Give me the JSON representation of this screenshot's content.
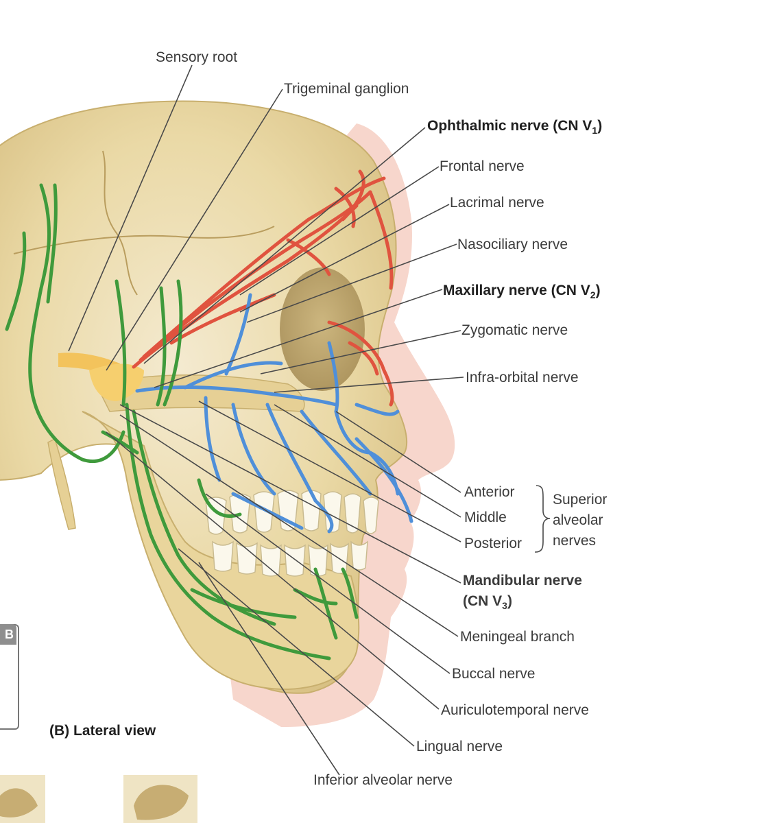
{
  "labels": {
    "sensory_root": "Sensory root",
    "trigeminal_ganglion": "Trigeminal ganglion",
    "ophthalmic_nerve": "Ophthalmic nerve (CN V",
    "ophthalmic_sub": "1",
    "frontal_nerve": "Frontal nerve",
    "lacrimal_nerve": "Lacrimal nerve",
    "nasociliary_nerve": "Nasociliary nerve",
    "maxillary_nerve": "Maxillary nerve (CN V",
    "maxillary_sub": "2",
    "zygomatic_nerve": "Zygomatic nerve",
    "infraorbital_nerve": "Infra-orbital nerve",
    "anterior": "Anterior",
    "middle": "Middle",
    "posterior": "Posterior",
    "superior_alveolar_1": "Superior",
    "superior_alveolar_2": "alveolar",
    "superior_alveolar_3": "nerves",
    "mandibular_nerve_1": "Mandibular nerve",
    "mandibular_nerve_2": "(CN V",
    "mandibular_sub": "3",
    "meningeal_branch": "Meningeal branch",
    "buccal_nerve": "Buccal nerve",
    "auriculotemporal_nerve": "Auriculotemporal nerve",
    "lingual_nerve": "Lingual nerve",
    "inferior_alveolar_nerve": "Inferior alveolar nerve",
    "panel_title": "(B) Lateral view",
    "panel_tab": "B"
  },
  "colors": {
    "ophthalmic": "#e0533f",
    "maxillary": "#4f8fd9",
    "mandibular": "#3f9a3c",
    "bone": "#eddfa8",
    "skin": "#f6d3c9",
    "ganglion": "#f3c35c"
  }
}
